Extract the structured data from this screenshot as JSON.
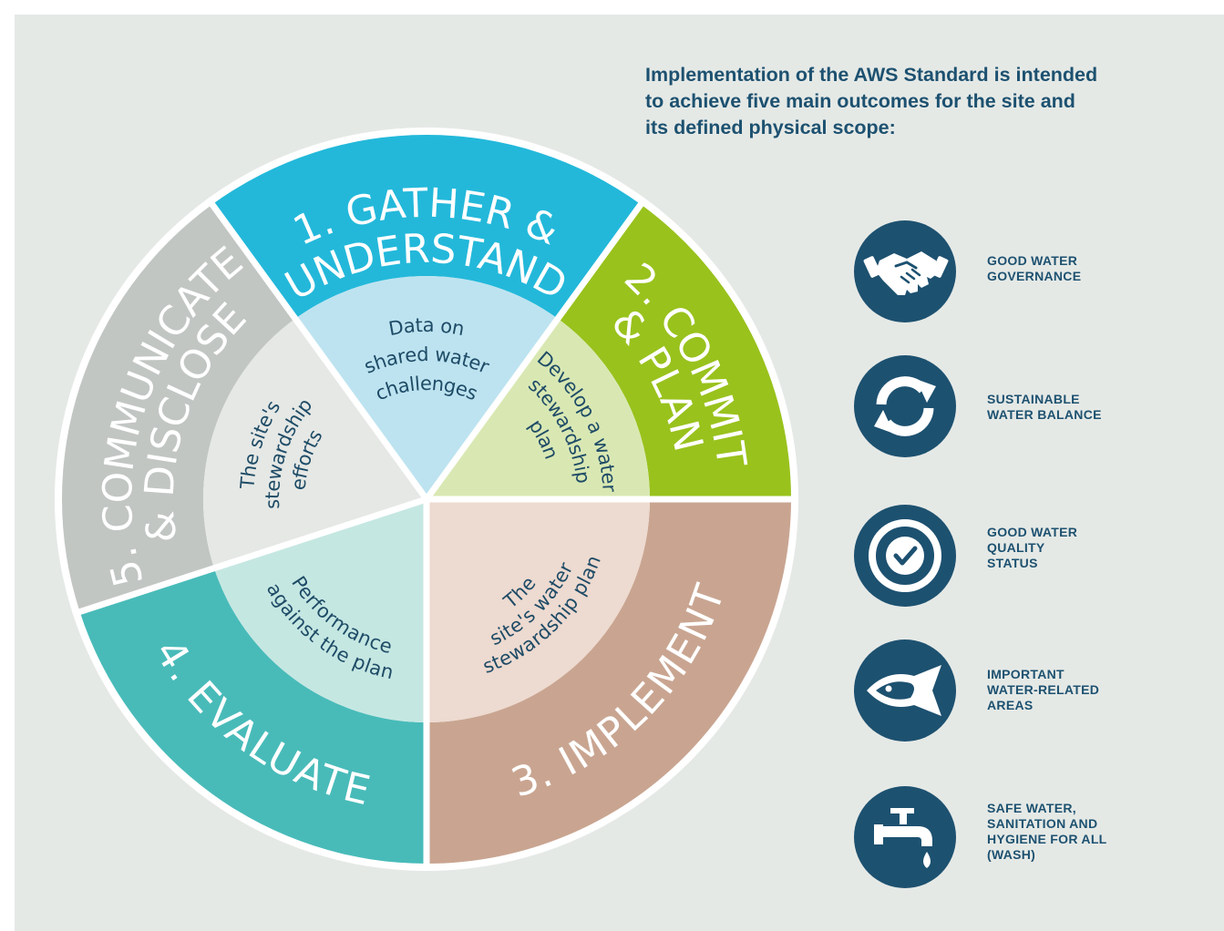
{
  "intro": {
    "lines": [
      "Implementation of the AWS Standard is intended",
      "to achieve five main outcomes for the site and",
      "its defined physical scope:"
    ]
  },
  "wheel": {
    "segments": [
      {
        "outer": [
          "1. GATHER &",
          "UNDERSTAND"
        ],
        "inner": [
          "Data on",
          "shared water",
          "challenges"
        ],
        "color_outer": "#23b8da",
        "color_inner": "#bde3f0"
      },
      {
        "outer": [
          "2. COMMIT",
          "& PLAN"
        ],
        "inner": [
          "Develop a water",
          "stewardship",
          "plan"
        ],
        "color_outer": "#99c21d",
        "color_inner": "#d9e8b3"
      },
      {
        "outer": [
          "3. IMPLEMENT"
        ],
        "inner": [
          "The",
          "site's water",
          "stewardship plan"
        ],
        "color_outer": "#c9a591",
        "color_inner": "#eddad0"
      },
      {
        "outer": [
          "4. EVALUATE"
        ],
        "inner": [
          "Performance",
          "against the plan"
        ],
        "color_outer": "#48bbb9",
        "color_inner": "#c5e7e2"
      },
      {
        "outer": [
          "5. COMMUNICATE",
          "& DISCLOSE"
        ],
        "inner": [
          "The site's",
          "stewardship",
          "efforts"
        ],
        "color_outer": "#c2c6c3",
        "color_inner": "#e5e8e5"
      }
    ]
  },
  "outcomes": [
    {
      "icon": "handshake-icon",
      "lines": [
        "GOOD WATER",
        "GOVERNANCE"
      ]
    },
    {
      "icon": "cycle-arrows-icon",
      "lines": [
        "SUSTAINABLE",
        "WATER BALANCE"
      ]
    },
    {
      "icon": "check-circle-icon",
      "lines": [
        "GOOD WATER",
        "QUALITY",
        "STATUS"
      ]
    },
    {
      "icon": "fish-icon",
      "lines": [
        "IMPORTANT",
        "WATER-RELATED",
        "AREAS"
      ]
    },
    {
      "icon": "water-tap-icon",
      "lines": [
        "SAFE WATER,",
        "SANITATION AND",
        "HYGIENE FOR ALL",
        "(WASH)"
      ]
    }
  ],
  "colors": {
    "brand_navy": "#1d5170",
    "panel_bg": "#e5e9e6"
  }
}
